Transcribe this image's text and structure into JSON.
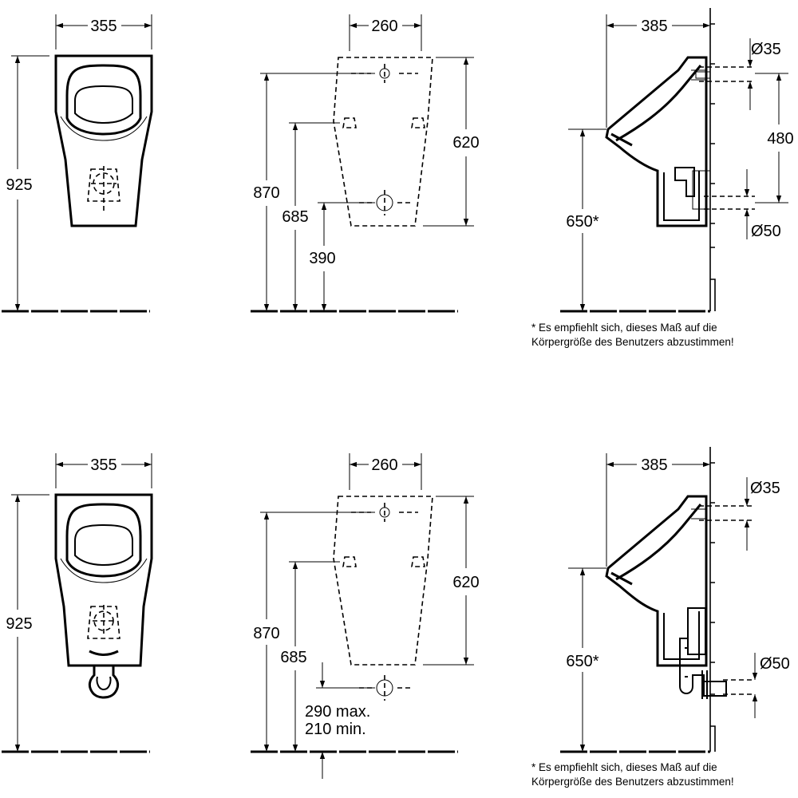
{
  "top": {
    "front": {
      "width": "355",
      "height": "925"
    },
    "rear": {
      "width": "260",
      "height": "620",
      "h870": "870",
      "h685": "685",
      "h390": "390"
    },
    "side": {
      "depth": "385",
      "d35": "Ø35",
      "h480": "480",
      "d50": "Ø50",
      "h650": "650*"
    },
    "note_line1": "* Es empfiehlt sich, dieses Maß auf die",
    "note_line2": "Körpergröße  des Benutzers abzustimmen!"
  },
  "bottom": {
    "front": {
      "width": "355",
      "height": "925"
    },
    "rear": {
      "width": "260",
      "height": "620",
      "h870": "870",
      "h685": "685",
      "trap_max": "290 max.",
      "trap_min": "210 min."
    },
    "side": {
      "depth": "385",
      "d35": "Ø35",
      "d50": "Ø50",
      "h650": "650*"
    },
    "note_line1": "* Es empfiehlt sich, dieses Maß auf die",
    "note_line2": "Körpergröße  des Benutzers abzustimmen!"
  }
}
